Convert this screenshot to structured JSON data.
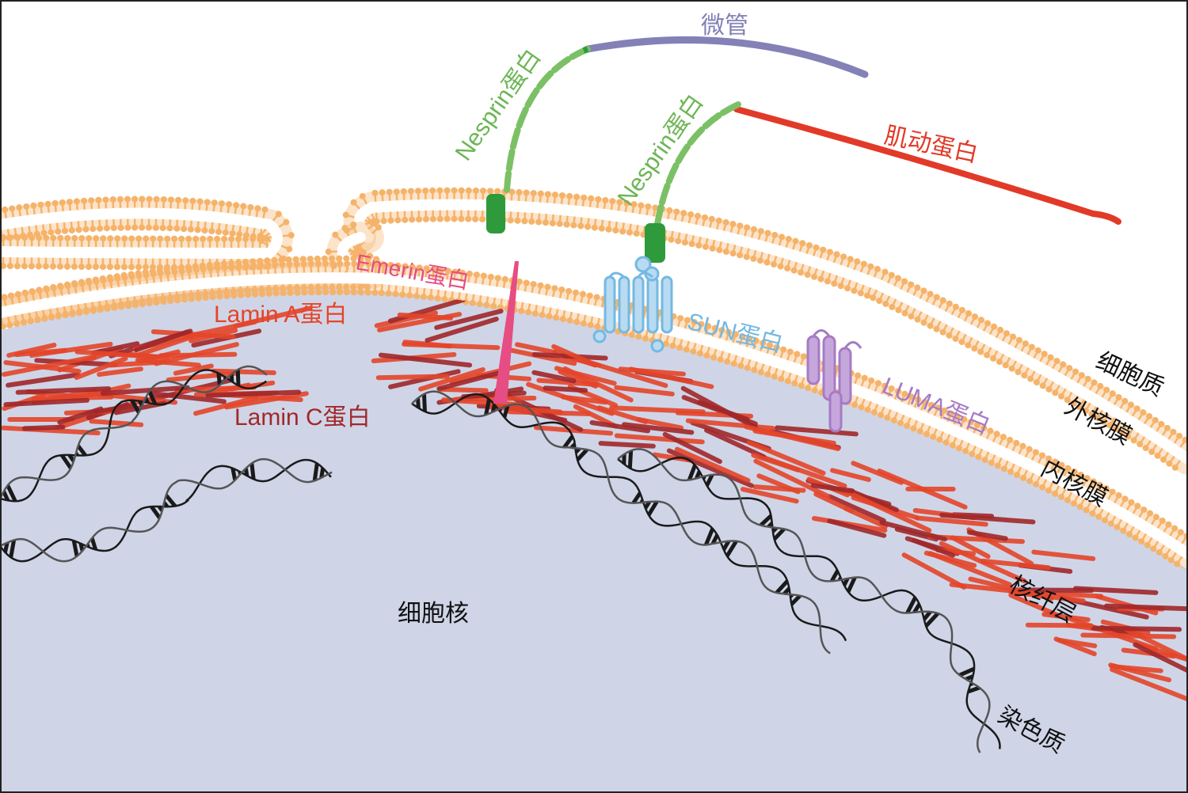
{
  "labels": {
    "microtubule": "微管",
    "nesprin_left": "Nesprin蛋白",
    "nesprin_right": "Nesprin蛋白",
    "actin": "肌动蛋白",
    "emerin": "Emerin蛋白",
    "lamin_a": "Lamin A蛋白",
    "lamin_c": "Lamin C蛋白",
    "sun": "SUN蛋白",
    "luma": "LUMA蛋白",
    "cytoplasm": "细胞质",
    "outer_membrane": "外核膜",
    "inner_membrane": "内核膜",
    "nuclear_lamina": "核纤层",
    "nucleus": "细胞核",
    "chromatin": "染色质"
  },
  "colors": {
    "nucleus": "#cfd5e7",
    "membrane": "#f5b36a",
    "microtubule": "#8381b6",
    "nesprin": "#7cc066",
    "nesprin_anchor": "#2f9a3c",
    "actin": "#e23a28",
    "emerin": "#e64d82",
    "lamin_a": "#e5452a",
    "lamin_c": "#a0282a",
    "sun": "#74b9e2",
    "luma": "#a67bc3",
    "chromatin": "#1a1a1a",
    "text_dark": "#111111"
  }
}
